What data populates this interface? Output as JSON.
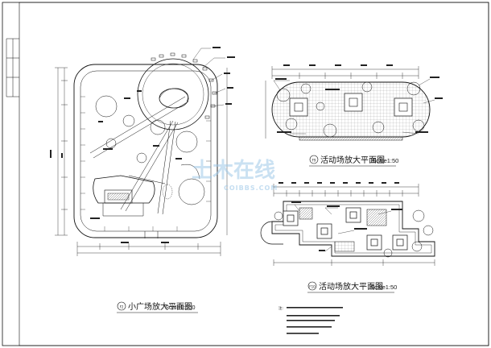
{
  "drawings": {
    "left": {
      "number": "F2",
      "title": "小广场放大平面图",
      "scale": "Scale1:100"
    },
    "top_right": {
      "number": "F9",
      "title": "活动场放大平面图",
      "scale": "Scale1:50"
    },
    "bottom_right": {
      "number": "F10",
      "title": "活动场放大平面图",
      "scale": "Scale1:50"
    }
  },
  "notes": {
    "heading": "注:"
  },
  "watermark": {
    "text_cn": "土木在线",
    "text_en": "COIBBS.COM"
  },
  "colors": {
    "line": "#111111",
    "watermark": "#9fc9e8",
    "hatch": "#444444"
  }
}
